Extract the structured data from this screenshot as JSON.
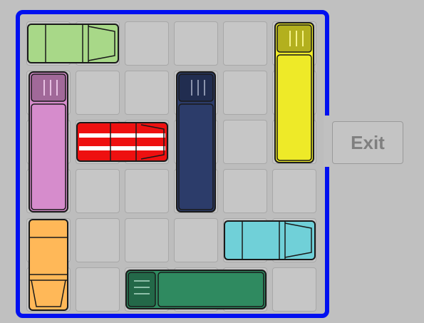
{
  "exit_label": "Exit",
  "grid": {
    "rows": 6,
    "cols": 6
  },
  "colors": {
    "frame": "#0010f0",
    "background": "#c0c0c0",
    "cell": "#c6c6c6"
  },
  "vehicles": [
    {
      "id": "light-green-car",
      "kind": "car",
      "color": "#a8d888",
      "orientation": "horizontal",
      "row": 0,
      "col": 0,
      "length": 2
    },
    {
      "id": "yellow-truck",
      "kind": "truck",
      "color": "#eeea28",
      "orientation": "vertical",
      "row": 0,
      "col": 5,
      "length": 3
    },
    {
      "id": "pink-truck",
      "kind": "truck",
      "color": "#d68ccc",
      "orientation": "vertical",
      "row": 1,
      "col": 0,
      "length": 3
    },
    {
      "id": "red-target-car",
      "kind": "target",
      "color": "#ee1010",
      "orientation": "horizontal",
      "row": 2,
      "col": 1,
      "length": 2
    },
    {
      "id": "navy-truck",
      "kind": "truck",
      "color": "#2c3c6a",
      "orientation": "vertical",
      "row": 1,
      "col": 3,
      "length": 3
    },
    {
      "id": "orange-car",
      "kind": "car",
      "color": "#ffb858",
      "orientation": "vertical",
      "row": 4,
      "col": 0,
      "length": 2
    },
    {
      "id": "cyan-car",
      "kind": "car",
      "color": "#70d0d8",
      "orientation": "horizontal",
      "row": 4,
      "col": 4,
      "length": 2
    },
    {
      "id": "green-truck",
      "kind": "truck",
      "color": "#2f8a60",
      "orientation": "horizontal",
      "row": 5,
      "col": 2,
      "length": 3
    }
  ]
}
